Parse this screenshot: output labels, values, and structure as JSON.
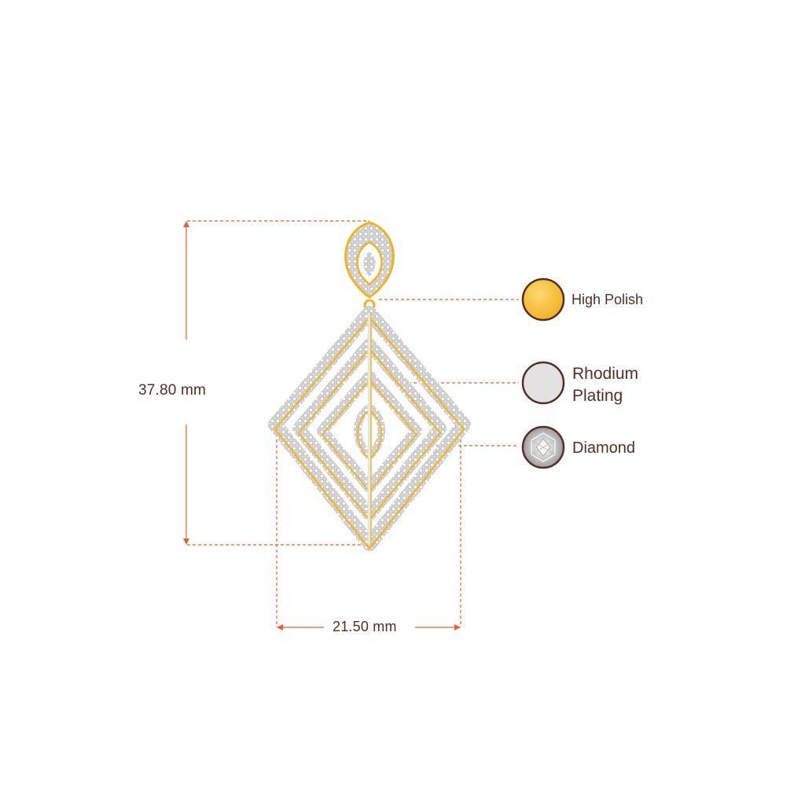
{
  "dimensions": {
    "height_label": "37.80 mm",
    "width_label": "21.50 mm"
  },
  "legend": {
    "high_polish": "High Polish",
    "rhodium_line1": "Rhodium",
    "rhodium_line2": "Plating",
    "diamond": "Diamond"
  },
  "colors": {
    "measure_line": "#e8622a",
    "text": "#5a2d22",
    "gold": "#f2b320",
    "rhodium": "#e2e2e2",
    "swatch_border": "#5a2d22"
  }
}
